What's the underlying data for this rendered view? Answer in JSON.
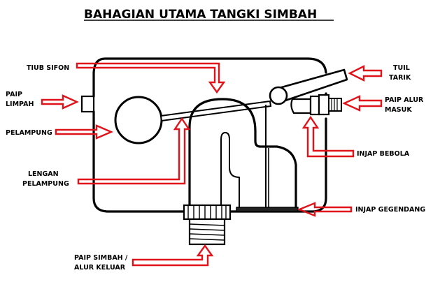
{
  "title": "BAHAGIAN UTAMA TANGKI SIMBAH",
  "labels": {
    "tiub_sifon": "TIUB SIFON",
    "paip_limpah_1": "PAIP",
    "paip_limpah_2": "LIMPAH",
    "pelampung": "PELAMPUNG",
    "lengan_pelampung_1": "LENGAN",
    "lengan_pelampung_2": "PELAMPUNG",
    "paip_simbah_1": "PAIP SIMBAH /",
    "paip_simbah_2": "ALUR KELUAR",
    "tuil_tarik_1": "TUIL",
    "tuil_tarik_2": "TARIK",
    "paip_alur_masuk_1": "PAIP ALUR",
    "paip_alur_masuk_2": "MASUK",
    "injap_bebola": "INJAP BEBOLA",
    "injap_gegendang": "INJAP GEGENDANG"
  },
  "colors": {
    "arrow": "#e0131b",
    "line": "#000000",
    "background": "#ffffff"
  }
}
